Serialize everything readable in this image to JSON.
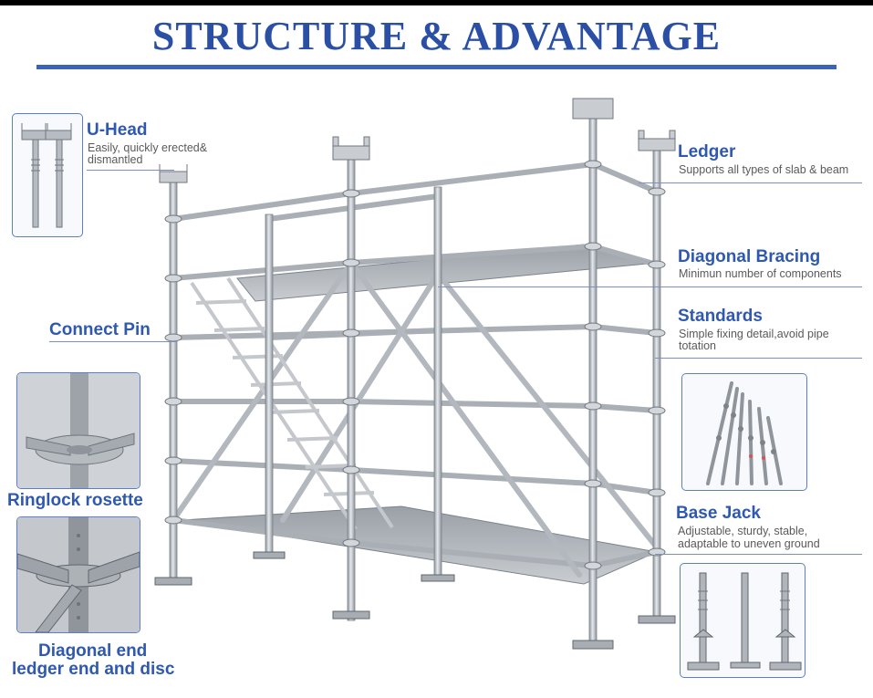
{
  "title": "STRUCTURE & ADVANTAGE",
  "labels": {
    "u_head": {
      "title": "U-Head",
      "line1": "Easily,   quickly erected&",
      "line2": "dismantled"
    },
    "ledger": {
      "title": "Ledger",
      "desc": "Supports all types of slab & beam"
    },
    "diagonal_bracing": {
      "title": "Diagonal Bracing",
      "desc": "Minimun number of components"
    },
    "standards": {
      "title": "Standards",
      "line1": "Simple fixing detail,avoid pipe",
      "line2": "totation"
    },
    "connect_pin": {
      "title": "Connect Pin"
    },
    "ringlock_rosette": {
      "title": "Ringlock rosette"
    },
    "base_jack": {
      "title": "Base Jack",
      "line1": "Adjustable, sturdy, stable,",
      "line2": "adaptable to uneven ground"
    },
    "diagonal_end": {
      "line1": "Diagonal end",
      "line2": "ledger end and disc"
    }
  },
  "colors": {
    "title": "#2b4fa5",
    "label": "#2f59b0",
    "rule": "#3b63b7",
    "steel": "#b9bec4",
    "steel_dark": "#7c838b",
    "box_border": "#5b7fc7"
  },
  "icons": [
    "u-head-photo-icon",
    "ringlock-rosette-photo-icon",
    "diagonal-end-photo-icon",
    "standards-photo-icon",
    "base-jack-photo-icon",
    "scaffold-illustration"
  ]
}
